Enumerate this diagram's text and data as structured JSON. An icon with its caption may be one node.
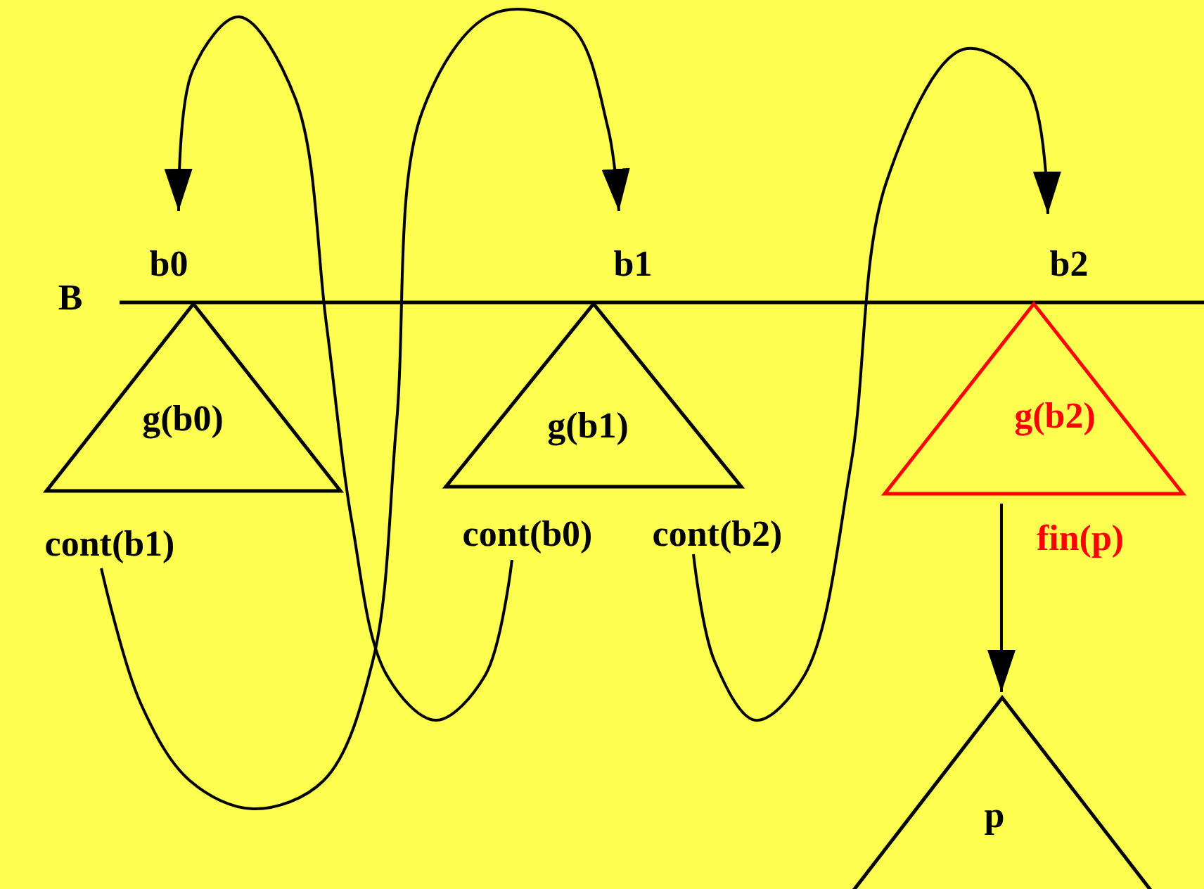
{
  "diagram": {
    "nodes": [
      {
        "text": [
          "b0"
        ]
      },
      {
        "text": [
          "b1"
        ]
      },
      {
        "text": [
          "b2"
        ]
      },
      {
        "text": [
          "g(b0)"
        ]
      },
      {
        "text": [
          "g(b1)"
        ]
      },
      {
        "text": [
          "g(b2)"
        ],
        "beside": [
          "fin(p)"
        ]
      },
      {
        "text": [
          "cont(b1)"
        ]
      },
      {
        "text": [
          "cont(b0)"
        ]
      },
      {
        "text": [
          "cont(b2)"
        ]
      },
      {
        "text": [
          "p"
        ]
      }
    ],
    "edges": [
      {
        "from": 6,
        "to": 1,
        "arrow": "to"
      },
      {
        "from": 7,
        "to": 0,
        "arrow": "to"
      },
      {
        "from": 8,
        "to": 2,
        "arrow": "to"
      },
      {
        "from": 5,
        "to": 9,
        "arrow": "to"
      }
    ],
    "labels": [
      "B"
    ]
  }
}
